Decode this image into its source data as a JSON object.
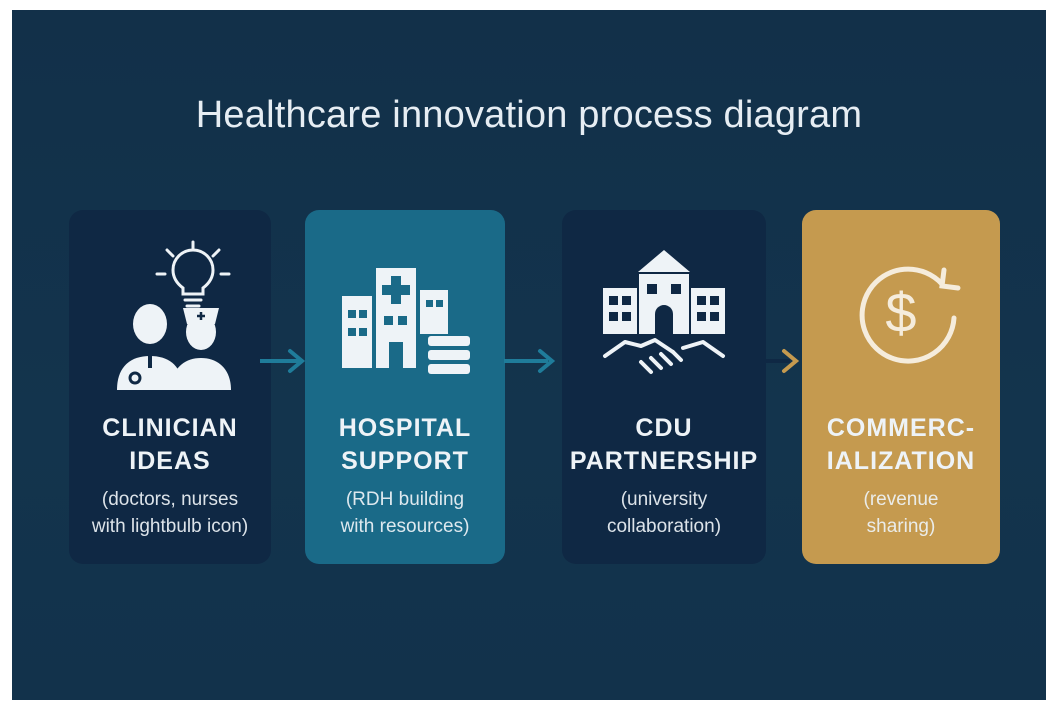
{
  "title": "Healthcare innovation process diagram",
  "steps": [
    {
      "heading": [
        "CLINICIAN",
        "IDEAS"
      ],
      "sub": [
        "(doctors, nurses",
        "with lightbulb icon)"
      ],
      "icon": "clinician-lightbulb-icon",
      "color": "#0f2844"
    },
    {
      "heading": [
        "HOSPITAL",
        "SUPPORT"
      ],
      "sub": [
        "(RDH building",
        "with resources)"
      ],
      "icon": "hospital-building-icon",
      "color": "#1a6a88"
    },
    {
      "heading": [
        "CDU",
        "PARTNERSHIP"
      ],
      "sub": [
        "(university",
        "collaboration)"
      ],
      "icon": "university-handshake-icon",
      "color": "#0f2844"
    },
    {
      "heading": [
        "COMMERC-",
        "IALIZATION"
      ],
      "sub": [
        "(revenue",
        "sharing)"
      ],
      "icon": "dollar-cycle-icon",
      "color": "#c59a4f"
    }
  ],
  "colors": {
    "background": "#12324b",
    "arrow_teal": "#1f7c9a",
    "arrow_gold": "#c59a4f",
    "text": "#eef3f7"
  }
}
